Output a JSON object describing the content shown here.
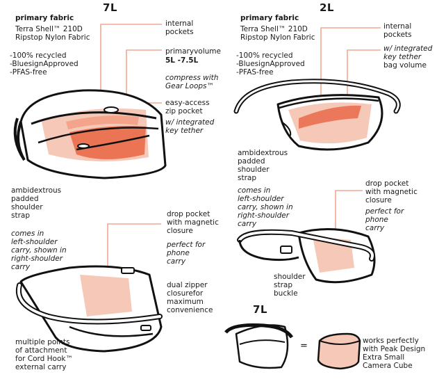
{
  "colors": {
    "accent_light": "#f6c8b8",
    "accent_mid": "#f3a48a",
    "accent_dark": "#ea6a4a",
    "leader_line": "#f0a890",
    "outline": "#111111"
  },
  "left": {
    "title": "7L",
    "fabric_heading": "primary fabric",
    "fabric_name": "Terra Shell™ 210D\nRipstop Nylon Fabric",
    "fabric_features": "-100% recycled\n-BluesignApproved\n-PFAS-free",
    "internal_pockets": "internal\npockets",
    "primary_volume_label": "primaryvolume",
    "primary_volume_value": "5L -7.5L",
    "compress_note": "compress with\nGear Loops™",
    "zip_pocket": "easy-access\nzip pocket",
    "key_tether": "w/ integrated\nkey tether",
    "strap": "ambidextrous\npadded\nshoulder\nstrap",
    "carry_note": "comes in\nleft-shoulder\ncarry, shown in\nright-shoulder\ncarry",
    "drop_pocket": "drop pocket\nwith magnetic\nclosure",
    "phone_note": "perfect for\nphone\ncarry",
    "zipper_closure": "dual zipper\nclosurefor\nmaximum\nconvenience",
    "attachment": "multiple points\nof attachment\nfor Cord Hook™\nexternal carry"
  },
  "right": {
    "title": "2L",
    "fabric_heading": "primary fabric",
    "fabric_name": "Terra Shell™ 210D\nRipstop Nylon Fabric",
    "fabric_features": "-100% recycled\n-BluesignApproved\n-PFAS-free",
    "internal_pockets": "internal\npockets",
    "key_tether": "w/ integrated\nkey tether",
    "bag_volume": "bag volume",
    "strap": "ambidextrous\npadded\nshoulder\nstrap",
    "carry_note": "comes in\nleft-shoulder\ncarry, shown in\nright-shoulder\ncarry",
    "drop_pocket": "drop pocket\nwith magnetic\nclosure",
    "phone_note": "perfect for\nphone\ncarry",
    "buckle": "shoulder\nstrap\nbuckle"
  },
  "cube": {
    "title": "7L",
    "equals": "=",
    "note": "works perfectly\nwith Peak Design\nExtra Small\nCamera Cube"
  }
}
